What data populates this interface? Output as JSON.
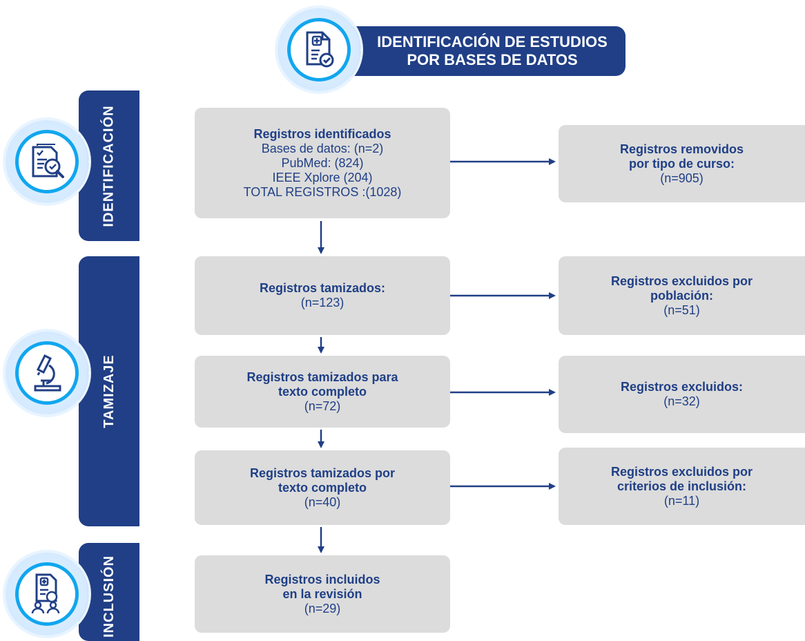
{
  "header": {
    "line1": "IDENTIFICACIÓN DE ESTUDIOS",
    "line2": "POR BASES DE DATOS",
    "icon": "document-check-icon"
  },
  "phases": {
    "identificacion": {
      "label": "IDENTIFICACIÓN",
      "icon": "document-search-icon"
    },
    "tamizaje": {
      "label": "TAMIZAJE",
      "icon": "microscope-icon"
    },
    "inclusion": {
      "label": "INCLUSIÓN",
      "icon": "document-people-icon"
    }
  },
  "boxes": {
    "identificados": {
      "title": "Registros identificados",
      "line1": "Bases de datos: (n=2)",
      "line2": "PubMed: (824)",
      "line3": "IEEE Xplore (204)",
      "line4": "TOTAL REGISTROS :(1028)"
    },
    "removidos": {
      "title1": "Registros removidos",
      "title2": "por tipo de curso:",
      "value": "(n=905)"
    },
    "tamizados": {
      "title": "Registros tamizados:",
      "value": "(n=123)"
    },
    "excluidos_poblacion": {
      "title1": "Registros excluidos por",
      "title2": "población:",
      "value": "(n=51)"
    },
    "tamizados_para": {
      "title1": "Registros tamizados para",
      "title2": "texto completo",
      "value": "(n=72)"
    },
    "excluidos": {
      "title": "Registros excluidos:",
      "value": "(n=32)"
    },
    "tamizados_por": {
      "title1": "Registros tamizados por",
      "title2": "texto completo",
      "value": "(n=40)"
    },
    "excluidos_criterios": {
      "title1": "Registros excluidos por",
      "title2": "criterios de inclusión:",
      "value": "(n=11)"
    },
    "incluidos": {
      "title1": "Registros incluidos",
      "title2": "en la revisión",
      "value": "(n=29)"
    }
  },
  "colors": {
    "navy": "#203f86",
    "accent": "#11a6ef",
    "box": "#dcdcdc"
  }
}
